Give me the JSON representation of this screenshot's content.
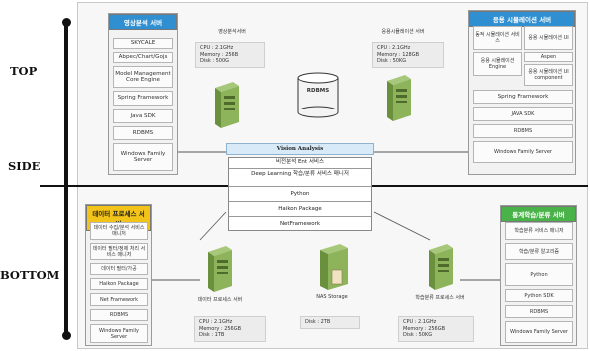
{
  "levels": {
    "top": "TOP",
    "side": "SIDE",
    "bottom": "BOTTOM"
  },
  "panels": {
    "tl": {
      "title": "영상분석 서버",
      "items": [
        "SKYCALE",
        "Abpec/Chart/Gojs",
        "Model Management Core Engine",
        "Spring Framework",
        "Java SDK",
        "RDBMS",
        "Windows Family Server"
      ]
    },
    "tr": {
      "title": "응용 시뮬레이션 서버",
      "grid": [
        "동적 시뮬레이션 서비스",
        "응용 시뮬레이션 UI",
        "응용 시뮬레이션 Engine",
        "Aspen",
        "",
        "응용 시뮬레이션 UI component"
      ],
      "items": [
        "Spring Framework",
        "JAVA SDK",
        "RDBMS",
        "Windows Family Server"
      ]
    },
    "bl": {
      "title": "데이터 프로세스 서버",
      "items": [
        "데이터 수집/분석 서비스 매니저",
        "데이터 필터/정제 처리 서비스 매니저",
        "데이터 필터/가공",
        "Haikon Package",
        "Net Framework",
        "RDBMS",
        "Windows Family Server"
      ]
    },
    "br": {
      "title": "통계학습/분류 서버",
      "items": [
        "학습분류 서비스 매니저",
        "학습/분류 알고리즘",
        "Python",
        "Python SDK",
        "RDBMS",
        "Windows Family Server"
      ]
    }
  },
  "servers": {
    "video": {
      "label": "영상분석서버",
      "specs": [
        "CPU : 2.1GHz",
        "Memory : 256B",
        "Disk : 500G"
      ]
    },
    "sim": {
      "label": "응용시뮬레이션 서버",
      "specs": [
        "CPU : 2.1GHz",
        "Memory : 128GB",
        "Disk : 50KG"
      ]
    },
    "data": {
      "label": "데이터 프로세스 서버",
      "specs": [
        "CPU : 2.1GHz",
        "Memory : 256GB",
        "Disk : 1TB"
      ]
    },
    "nas": {
      "label": "NAS Storage",
      "specs": [
        "Disk : 2TB"
      ]
    },
    "learn": {
      "label": "학습분류 프로세스 서버",
      "specs": [
        "CPU : 2.1GHz",
        "Memory : 256GB",
        "Disk : 50KG"
      ]
    }
  },
  "db": {
    "label": "RDBMS"
  },
  "center": {
    "title": "Vision Analysis",
    "rows": [
      "비전분석 Ent 서비스",
      "Deep Learning 학습/분류 서비스 매니저",
      "Python",
      "Haikon Package",
      "NetFramework"
    ]
  }
}
